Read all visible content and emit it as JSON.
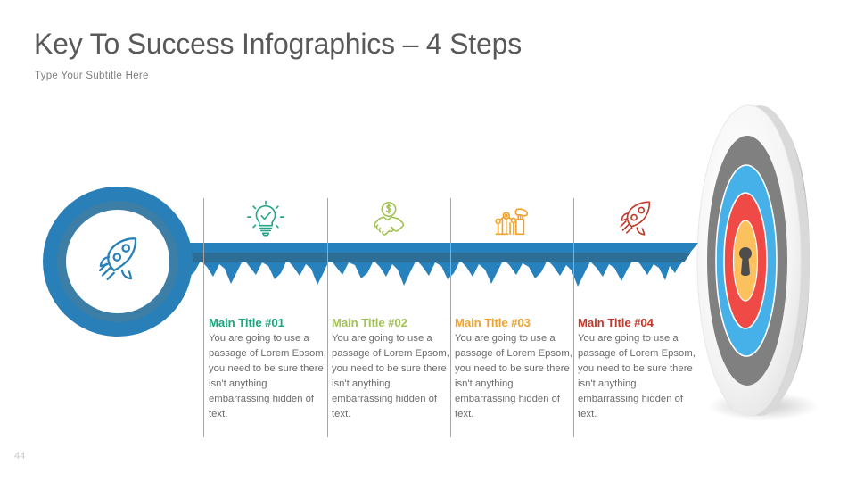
{
  "header": {
    "title": "Key To Success Infographics – 4 Steps",
    "subtitle": "Type Your Subtitle Here"
  },
  "footer": {
    "page_number": "44"
  },
  "key": {
    "head_icon": "rocket-icon",
    "ring_outer_color": "#2980b9",
    "ring_inner_color": "#3d7ea6",
    "shaft_color": "#2681bd",
    "shaft_stripe_color": "#2d6e96",
    "icon_color": "#2980b9"
  },
  "target": {
    "name": "bullseye-target",
    "rings": [
      {
        "name": "rim",
        "color": "#f2f2f2"
      },
      {
        "name": "gray-ring",
        "color": "#808080"
      },
      {
        "name": "blue-ring",
        "color": "#45b1e8"
      },
      {
        "name": "red-ring",
        "color": "#f04a46"
      },
      {
        "name": "center",
        "color": "#fbc15e"
      },
      {
        "name": "keyhole",
        "color": "#4d4d4d"
      }
    ]
  },
  "body_text": "You are going to use a passage of Lorem Epsom, you need to be sure there isn't anything embarrassing hidden of text.",
  "steps": [
    {
      "title": "Main Title #01",
      "color": "#1aa67e",
      "icon": "lightbulb-check-icon",
      "body": "You are going to use a passage of Lorem Epsom, you need to be sure there isn't anything embarrassing hidden of text."
    },
    {
      "title": "Main Title #02",
      "color": "#a2c257",
      "icon": "handshake-money-icon",
      "body": "You are going to use a passage of Lorem Epsom, you need to be sure there isn't anything embarrassing hidden of text."
    },
    {
      "title": "Main Title #03",
      "color": "#f0a22e",
      "icon": "growth-chart-hand-icon",
      "body": "You are going to use a passage of Lorem Epsom, you need to be sure there isn't anything embarrassing hidden of text."
    },
    {
      "title": "Main Title #04",
      "color": "#c0392b",
      "icon": "rocket-icon",
      "body": "You are going to use a passage of Lorem Epsom, you need to be sure there isn't anything embarrassing hidden of text."
    }
  ]
}
